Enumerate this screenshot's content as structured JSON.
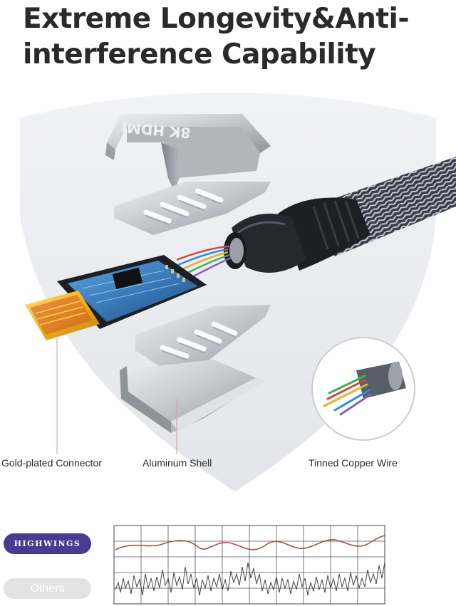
{
  "headline": {
    "line1": "Extreme Longevity&Anti-",
    "line2": "interference Capability"
  },
  "product": {
    "housing_engraving": "8K HDMI"
  },
  "callouts": {
    "connector": "Gold-plated Connector",
    "shell": "Aluminum Shell",
    "wire": "Tinned Copper Wire"
  },
  "comparison": {
    "brand_label": "HIGHWINGS",
    "others_label": "Others"
  },
  "colors": {
    "brand_purple": "#4b3a94",
    "signal_brand": "#a0524f",
    "signal_others": "#444444",
    "callout_line": "#d99a9a"
  },
  "icons": [
    "hdmi-connector-icon",
    "aluminum-shell-icon",
    "braided-cable-icon",
    "copper-wire-icon"
  ]
}
